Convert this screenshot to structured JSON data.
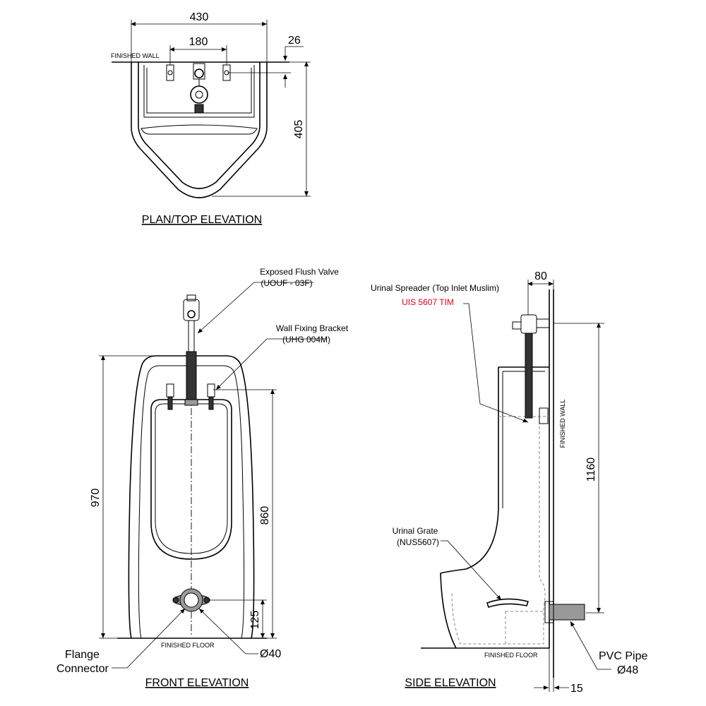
{
  "plan": {
    "title": "PLAN/TOP ELEVATION",
    "finished_wall": "FINISHED WALL",
    "dim_width": "430",
    "dim_holes": "180",
    "dim_offset": "26",
    "dim_depth": "405"
  },
  "front": {
    "title": "FRONT ELEVATION",
    "flush_valve_label": "Exposed Flush Valve",
    "flush_valve_code": "(UOUF - 03F)",
    "bracket_label": "Wall Fixing Bracket",
    "bracket_code": "(UHG 004M)",
    "dim_height": "970",
    "dim_bracket_height": "860",
    "dim_outlet_height": "125",
    "finished_floor": "FINISHED FLOOR",
    "flange_label_1": "Flange",
    "flange_label_2": "Connector",
    "dim_outlet_dia": "Ø40"
  },
  "side": {
    "title": "SIDE ELEVATION",
    "spreader_label": "Urinal Spreader (Top Inlet Muslim)",
    "spreader_code": "UIS 5607 TIM",
    "spreader_code_color": "#e0001b",
    "dim_inlet_offset": "80",
    "finished_wall": "FINISHED WALL",
    "dim_inlet_height": "1160",
    "grate_label": "Urinal Grate",
    "grate_code": "(NUS5607)",
    "finished_floor": "FINISHED FLOOR",
    "pvc_label": "PVC Pipe",
    "pvc_dia": "Ø48",
    "dim_wall_gap": "15"
  }
}
